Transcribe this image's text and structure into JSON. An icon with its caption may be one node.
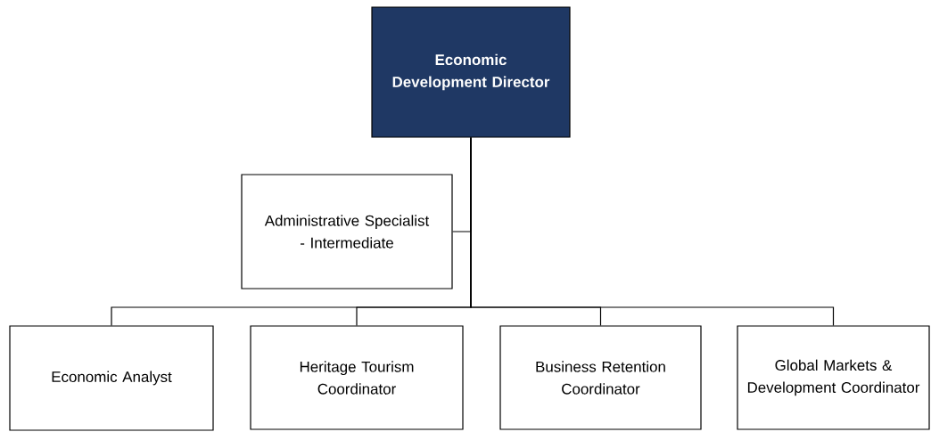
{
  "diagram": {
    "nodes": [
      {
        "text": [
          "Economic Development Director"
        ]
      },
      {
        "text": [
          "Administrative Specialist - Intermediate"
        ]
      },
      {
        "text": [
          "Economic Analyst"
        ]
      },
      {
        "text": [
          "Heritage Tourism Coordinator"
        ]
      },
      {
        "text": [
          "Business Retention Coordinator"
        ]
      },
      {
        "text": [
          "Global Markets & Development Coordinator"
        ]
      }
    ],
    "edges": [
      {
        "from": 0,
        "to": 1,
        "arrow": "none"
      },
      {
        "from": 0,
        "to": 2,
        "arrow": "none"
      },
      {
        "from": 0,
        "to": 3,
        "arrow": "none"
      },
      {
        "from": 0,
        "to": 4,
        "arrow": "none"
      },
      {
        "from": 0,
        "to": 5,
        "arrow": "none"
      }
    ]
  }
}
